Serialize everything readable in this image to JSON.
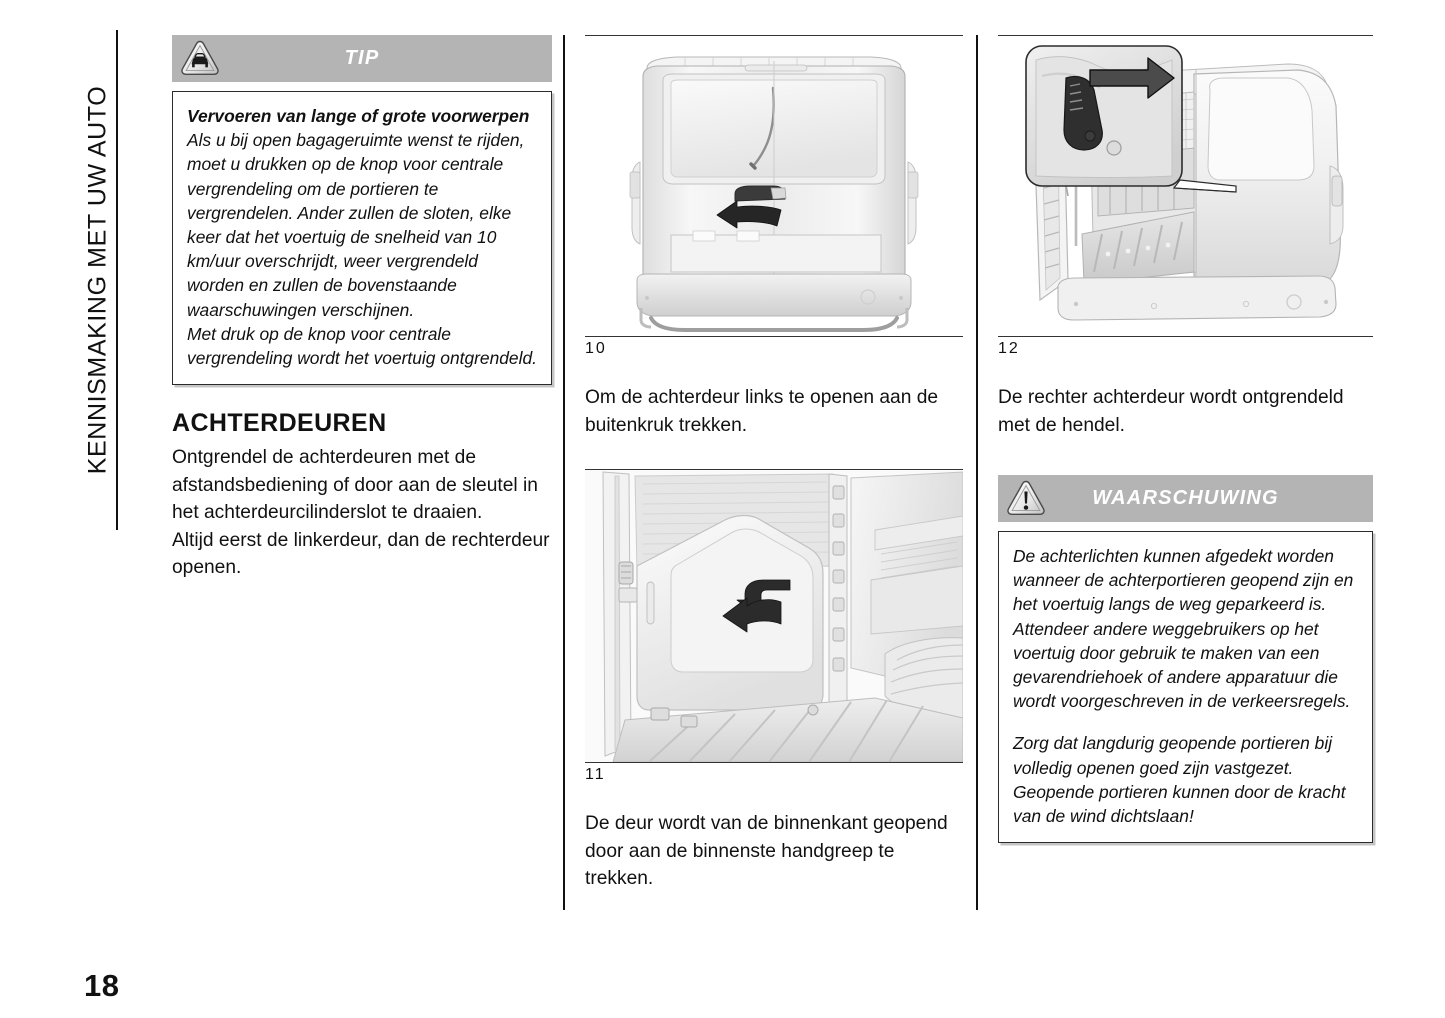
{
  "page": {
    "number": "18",
    "chapter_tab": "KENNISMAKING MET UW AUTO"
  },
  "left_column": {
    "tip_callout": {
      "icon": "car-warning-triangle-icon",
      "title": "TIP",
      "heading": "Vervoeren van lange of grote voorwerpen",
      "paragraph_1": "Als u bij open bagageruimte wenst te rijden, moet u drukken op de knop voor centrale vergrendeling om de portieren te vergrendelen. Ander zullen de sloten, elke keer dat het voertuig de snelheid van 10 km/uur overschrijdt, weer vergrendeld worden en zullen de bovenstaande waarschuwingen verschijnen.",
      "paragraph_2": "Met druk op de knop voor centrale vergrendeling wordt het voertuig ontgrendeld."
    },
    "section": {
      "heading": "ACHTERDEUREN",
      "paragraph_1": "Ontgrendel de achterdeuren met de afstandsbediening of door aan de sleutel in het achterdeurcilinderslot te draaien.",
      "paragraph_2": "Altijd eerst de linkerdeur, dan de rechterdeur openen."
    }
  },
  "middle_column": {
    "figure_10": {
      "caption": "10",
      "alt": "rear-view-of-van-with-rear-doors-and-outside-handle",
      "text": "Om de achterdeur links te openen aan de buitenkruk trekken."
    },
    "figure_11": {
      "caption": "11",
      "alt": "interior-view-of-rear-door-with-inner-handle",
      "text": "De deur wordt van de binnenkant geopend door aan de binnenste handgreep te trekken."
    }
  },
  "right_column": {
    "figure_12": {
      "caption": "12",
      "alt": "van-with-open-rear-doors-and-detail-of-lever",
      "text": "De rechter achterdeur wordt ontgrendeld met de hendel."
    },
    "warning_callout": {
      "icon": "warning-triangle-icon",
      "title": "WAARSCHUWING",
      "paragraph_1": "De achterlichten kunnen afgedekt worden wanneer de achterportieren geopend zijn en het voertuig langs de weg geparkeerd is.",
      "paragraph_2": "Attendeer andere weggebruikers op het voertuig door gebruik te maken van een gevarendriehoek of andere apparatuur die wordt voorgeschreven in de verkeersregels.",
      "paragraph_3": "Zorg dat langdurig geopende portieren bij volledig openen goed zijn vastgezet. Geopende portieren kunnen door de kracht van de wind dichtslaan!"
    }
  },
  "colors": {
    "callout_header_bg": "#b4b4b4",
    "callout_title_text": "#ffffff",
    "rule": "#111111",
    "body_text": "#111111"
  }
}
